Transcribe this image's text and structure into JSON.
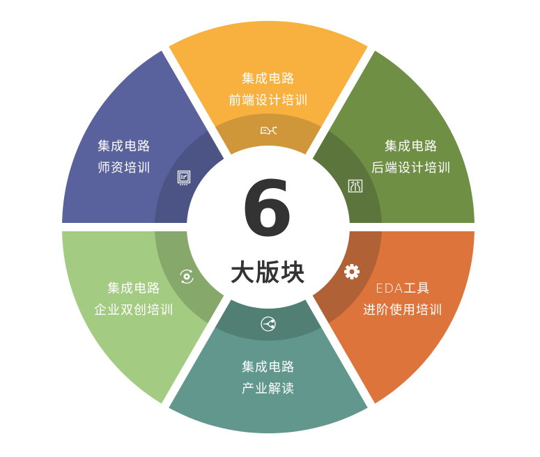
{
  "center": {
    "number": "6",
    "label": "大版块"
  },
  "segments": [
    {
      "id": "frontend",
      "line1": "集成电路",
      "line2": "前端设计培训",
      "icon": "circuit-trace-icon",
      "color": "#F8B13F",
      "inner_color": "#CF973A"
    },
    {
      "id": "backend",
      "line1": "集成电路",
      "line2": "后端设计培训",
      "icon": "chip-pins-icon",
      "color": "#6F8F45",
      "inner_color": "#5B753D"
    },
    {
      "id": "eda",
      "line1": "EDA工具",
      "line2": "进阶使用培训",
      "icon": "gear-icon",
      "color": "#DC743C",
      "inner_color": "#B06236"
    },
    {
      "id": "industry",
      "line1": "集成电路",
      "line2": "产业解读",
      "icon": "network-nodes-icon",
      "color": "#61978C",
      "inner_color": "#517F74"
    },
    {
      "id": "enterprise",
      "line1": "集成电路",
      "line2": "企业双创培训",
      "icon": "refresh-gear-icon",
      "color": "#A4CB82",
      "inner_color": "#87A86B"
    },
    {
      "id": "teacher",
      "line1": "集成电路",
      "line2": "师资培训",
      "icon": "chip-board-icon",
      "color": "#59629C",
      "inner_color": "#4C5485"
    }
  ]
}
